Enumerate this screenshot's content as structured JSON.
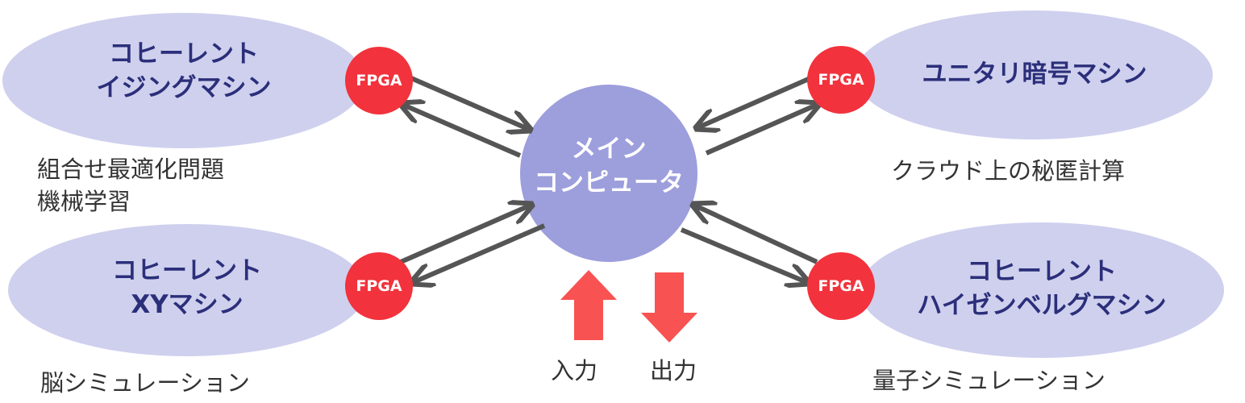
{
  "colors": {
    "ellipse_fill": "#cfd0ee",
    "center_fill": "#9d9edc",
    "fpga_fill": "#f2323c",
    "connector": "#555555",
    "io_arrow": "#f85252",
    "node_text": "#2b2f7a"
  },
  "center_node": {
    "lines": [
      "メイン",
      "コンピュータ"
    ]
  },
  "nodes": {
    "top_left": {
      "lines": [
        "コヒーレント",
        "イジングマシン"
      ],
      "fpga": "FPGA",
      "caption": [
        "組合せ最適化問題",
        "機械学習"
      ]
    },
    "bottom_left": {
      "lines": [
        "コヒーレント",
        "XYマシン"
      ],
      "fpga": "FPGA",
      "caption": [
        "脳シミュレーション"
      ]
    },
    "top_right": {
      "lines": [
        "ユニタリ暗号マシン"
      ],
      "fpga": "FPGA",
      "caption": [
        "クラウド上の秘匿計算"
      ]
    },
    "bottom_right": {
      "lines": [
        "コヒーレント",
        "ハイゼンベルグマシン"
      ],
      "fpga": "FPGA",
      "caption": [
        "量子シミュレーション"
      ]
    }
  },
  "io": {
    "input_label": "入力",
    "output_label": "出力"
  }
}
